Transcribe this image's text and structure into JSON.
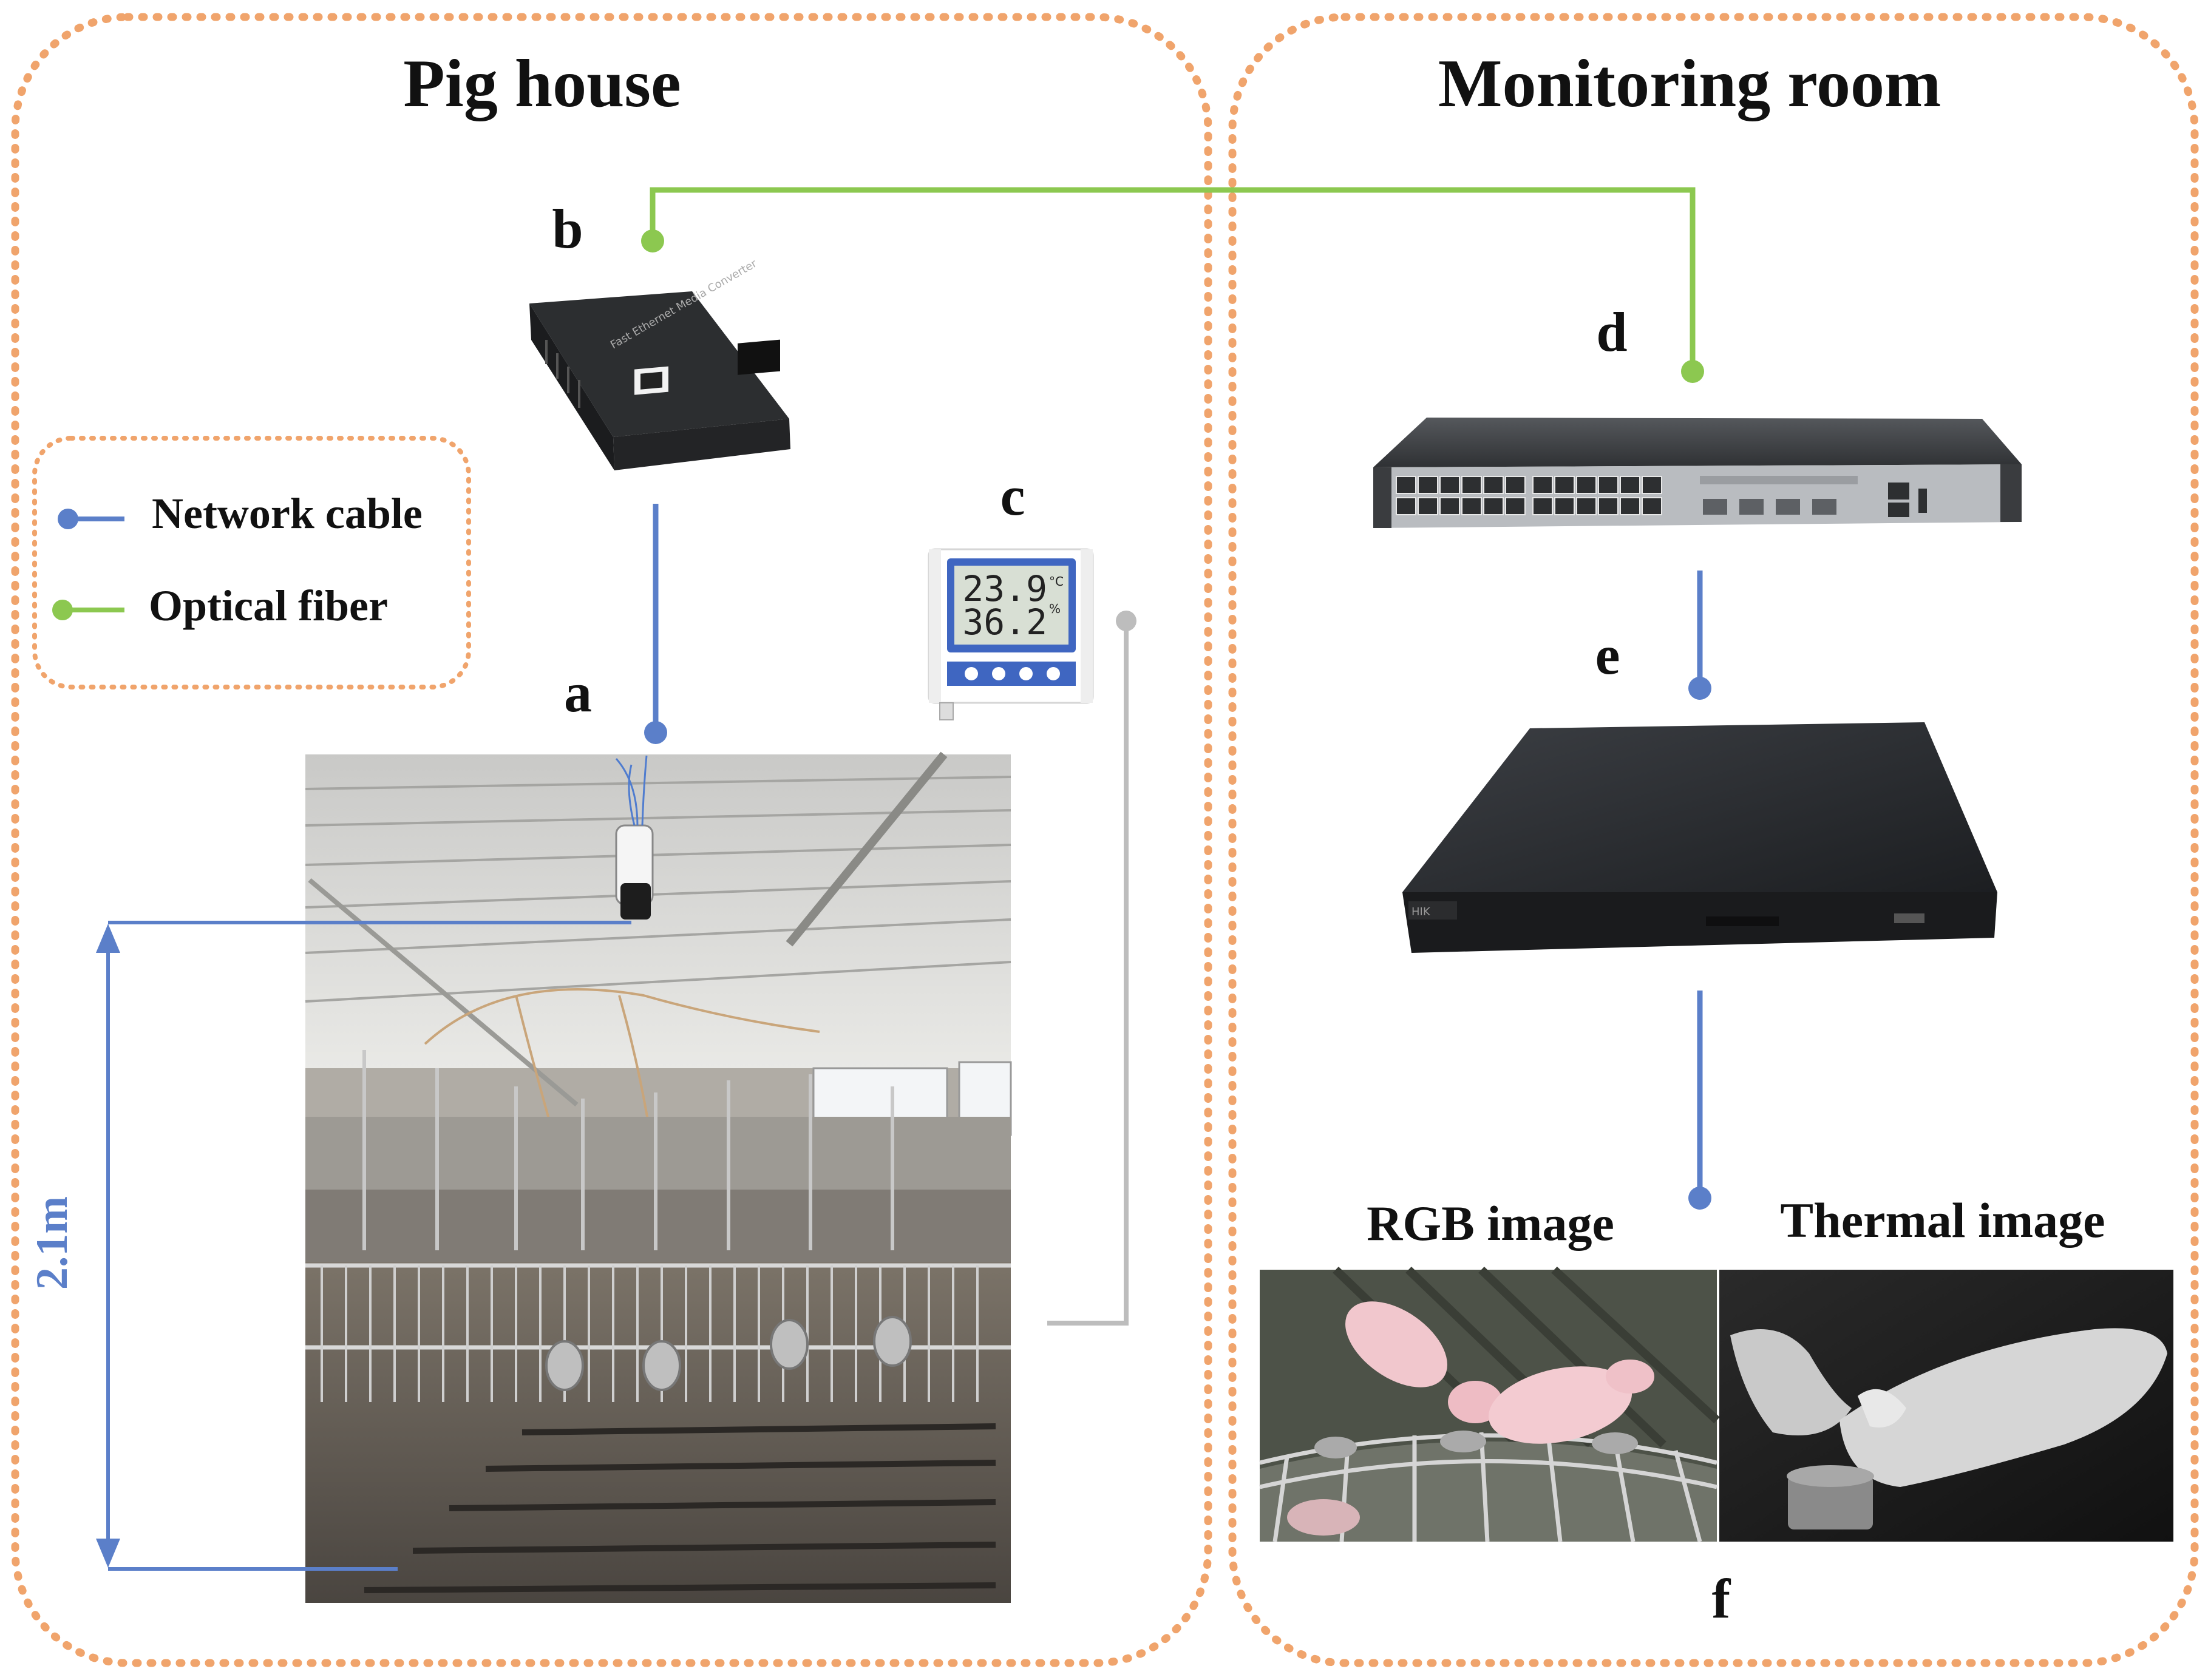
{
  "panels": {
    "left": {
      "title": "Pig house"
    },
    "right": {
      "title": "Monitoring room"
    }
  },
  "legend": {
    "network_cable": "Network cable",
    "optical_fiber": "Optical fiber"
  },
  "labels": {
    "a": "a",
    "b": "b",
    "c": "c",
    "d": "d",
    "e": "e",
    "f": "f"
  },
  "height_annotation": "2.1m",
  "sensor_display": {
    "temperature": "23.9",
    "temp_unit": "°C",
    "humidity": "36.2",
    "hum_unit": "%"
  },
  "images": {
    "rgb_title": "RGB image",
    "thermal_title": "Thermal image"
  },
  "colors": {
    "panel_border": "#f0a46c",
    "network_cable": "#5b7fc9",
    "optical_fiber": "#8cc850",
    "sensor_cable": "#bdbdbd"
  }
}
